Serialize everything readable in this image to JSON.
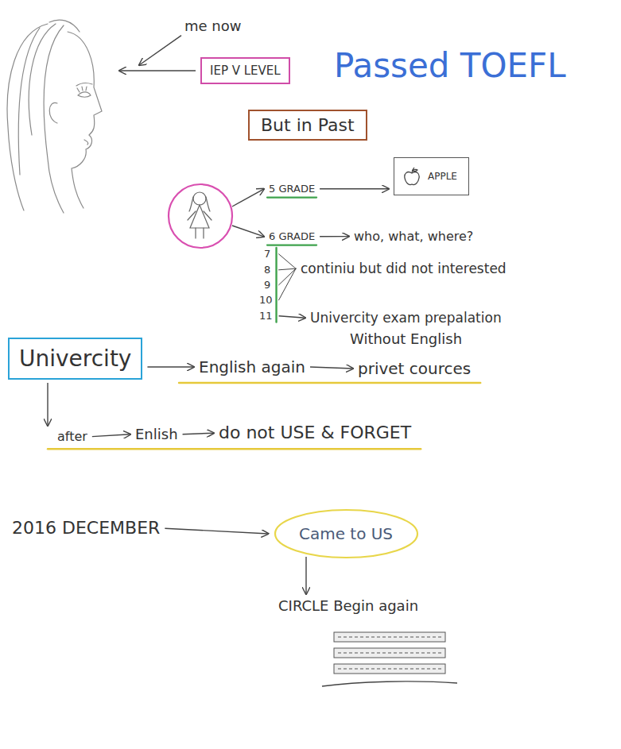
{
  "diagram": {
    "nodes": [
      {
        "text": [
          "IEP V LEVEL"
        ]
      },
      {
        "text": [
          "But in Past"
        ]
      },
      {
        "text": [
          "APPLE"
        ]
      },
      {
        "text": [
          "Univercity"
        ]
      },
      {
        "text": [
          "Came to US"
        ]
      }
    ],
    "labels": [
      "me now",
      "Passed TOEFL",
      "5 GRADE",
      "6 GRADE",
      "who, what, where?",
      "7",
      "8",
      "9",
      "10",
      "11",
      "continiu but did not interested",
      "Univercity exam prepalation",
      "Without English",
      "English again",
      "privet cources",
      "after",
      "Enlish",
      "do not USE & FORGET",
      "2016 DECEMBER",
      "CIRCLE Begin again"
    ]
  }
}
